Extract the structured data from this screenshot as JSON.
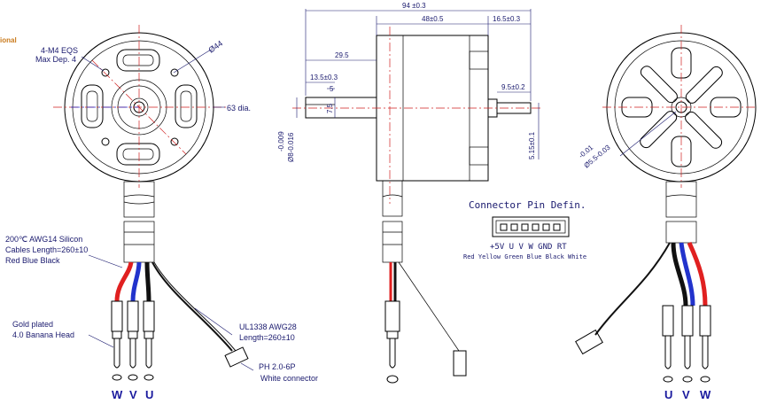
{
  "header": {
    "partial_label": "ional"
  },
  "front_view": {
    "hole_note_line1": "4-M4 EQS",
    "hole_note_line2": "Max Dep. 4",
    "bolt_circle": "Ø44",
    "outer_dia": "63 dia."
  },
  "side_view": {
    "overall_length": "94 ±0.3",
    "body_length": "48±0.5",
    "rear_length": "16.5±0.3",
    "shaft_length": "29.5",
    "flat_length": "13.5±0.3",
    "flat_width": "5",
    "flat_depth": "7.5",
    "shaft_dia": "Ø8-0.016",
    "shaft_dia_tol": "-0.009",
    "rear_shaft_length": "9.5±0.2",
    "rear_shaft_offset": "5.15±0.1"
  },
  "rear_view": {
    "rear_shaft_dia": "Ø5.5-0.03",
    "rear_shaft_tol": "-0.01"
  },
  "cables": {
    "spec_line1": "200℃ AWG14 Silicon",
    "spec_line2": "Cables Length=260±10",
    "spec_line3": "Red Blue Black",
    "head_line1": "Gold plated",
    "head_line2": "4.0 Banana Head",
    "signal_line1": "UL1338 AWG28",
    "signal_line2": "Length=260±10",
    "connector_line1": "PH 2.0-6P",
    "connector_line2": "White connector"
  },
  "connector": {
    "title": "Connector Pin Defin.",
    "pins": "+5V U V W GND RT",
    "colors": "Red Yellow Green Blue Black White"
  },
  "phase_labels": {
    "left": [
      "W",
      "V",
      "U"
    ],
    "right": [
      "U",
      "V",
      "W"
    ]
  },
  "wire_colors": {
    "red": "#e02020",
    "blue": "#2233cc",
    "black": "#111111"
  }
}
